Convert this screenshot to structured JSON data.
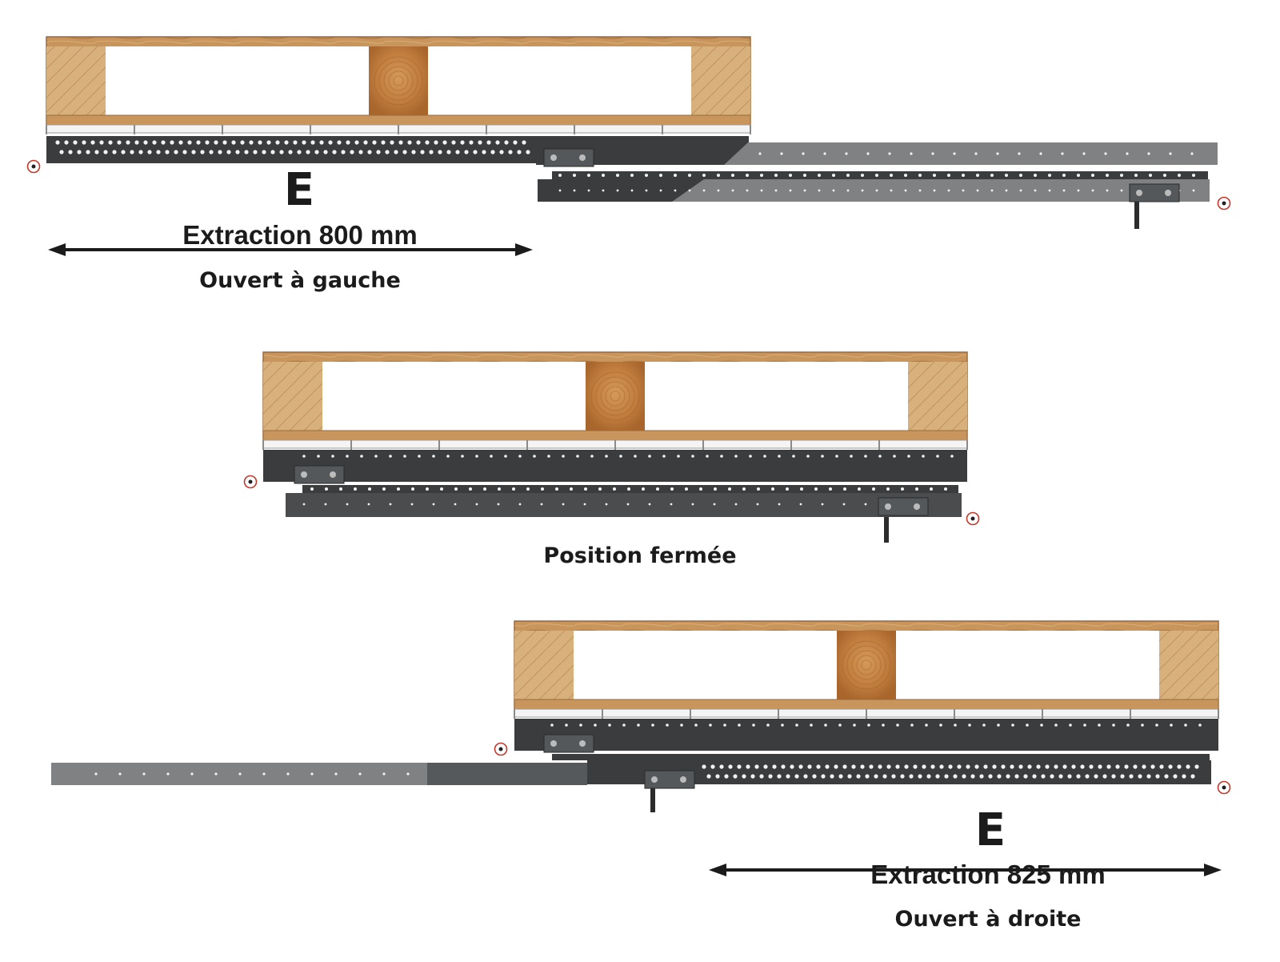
{
  "diagrams": [
    {
      "id": "left",
      "state_letter": "E",
      "extraction_label": "Extraction 800 mm",
      "direction_label": "Ouvert à gauche"
    },
    {
      "id": "closed",
      "direction_label": "Position fermée"
    },
    {
      "id": "right",
      "state_letter": "E",
      "extraction_label": "Extraction 825 mm",
      "direction_label": "Ouvert à droite"
    }
  ],
  "colors": {
    "wood": "#c8955c",
    "wood_light": "#dcb27e",
    "wood_dark": "#9c6a38",
    "rail_dark": "#3a3c3e",
    "rail_grey": "#7f8183",
    "hole": "#f2f2f2",
    "stop_ring": "#c0392b",
    "text": "#1b1b1b"
  },
  "icons": [
    "double-arrow-icon",
    "stop-ring-icon"
  ]
}
